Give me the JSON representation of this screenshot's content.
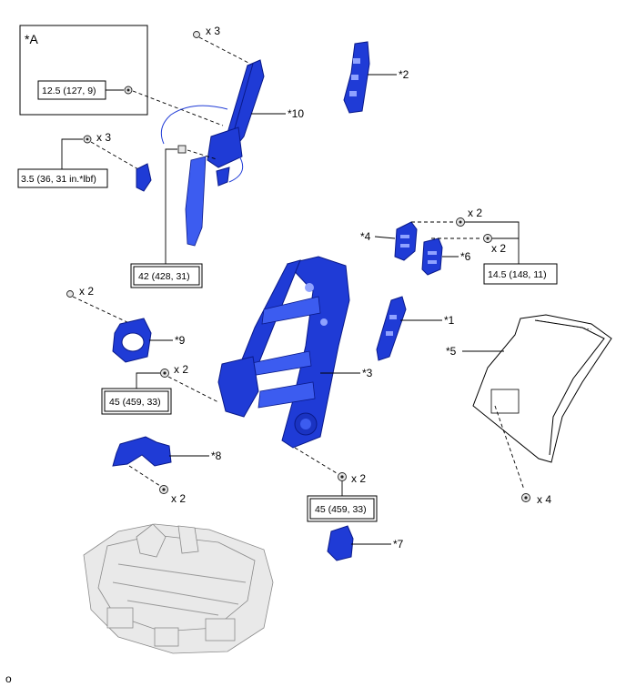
{
  "inset": {
    "label": "*A",
    "torque": "12.5 (127, 9)"
  },
  "callouts": {
    "c1": "*1",
    "c2": "*2",
    "c3": "*3",
    "c4": "*4",
    "c5": "*5",
    "c6": "*6",
    "c7": "*7",
    "c8": "*8",
    "c9": "*9",
    "c10": "*10"
  },
  "quantities": {
    "q_top": "x 3",
    "q_left": "x 3",
    "q_nut_a": "x 2",
    "q_nut_b": "x 2",
    "q_bolt9": "x 2",
    "q_bolt3": "x 2",
    "q_bolt8": "x 2",
    "q_bolt_low": "x 2",
    "q_bolt5": "x 4"
  },
  "torques": {
    "t_left": "3.5 (36, 31 in.*lbf)",
    "t_mid": "42 (428, 31)",
    "t_right": "14.5 (148, 11)",
    "t_left2": "45 (459, 33)",
    "t_low": "45 (459, 33)"
  },
  "corner_mark": "o"
}
